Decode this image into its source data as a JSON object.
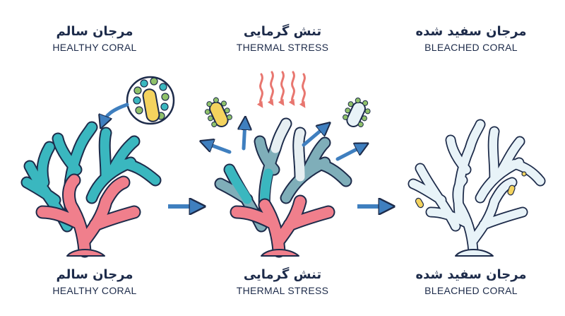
{
  "panels": [
    {
      "top_fa": "مرجان سالم",
      "top_en": "HEALTHY CORAL",
      "bottom_fa": "مرجان سالم",
      "bottom_en": "HEALTHY CORAL"
    },
    {
      "top_fa": "تنش گرمایی",
      "top_en": "THERMAL STRESS",
      "bottom_fa": "تنش گرمایی",
      "bottom_en": "THERMAL STRESS"
    },
    {
      "top_fa": "مرجان سفید شده",
      "top_en": "BLEACHED CORAL",
      "bottom_fa": "مرجان سفید شده",
      "bottom_en": "BLEACHED CORAL"
    }
  ],
  "colors": {
    "outline": "#1d2b4a",
    "teal": "#3ab7bf",
    "pink": "#f07f8c",
    "bleached": "#e8f3f8",
    "arrow": "#3f7fbf",
    "heat": "#e8766f",
    "algae_yellow": "#f4d35e",
    "algae_green": "#8fc16a"
  },
  "icons": {
    "heat": "heat-waves-icon",
    "zoom": "polyp-zoom-icon",
    "flow": "arrow-right-icon"
  }
}
